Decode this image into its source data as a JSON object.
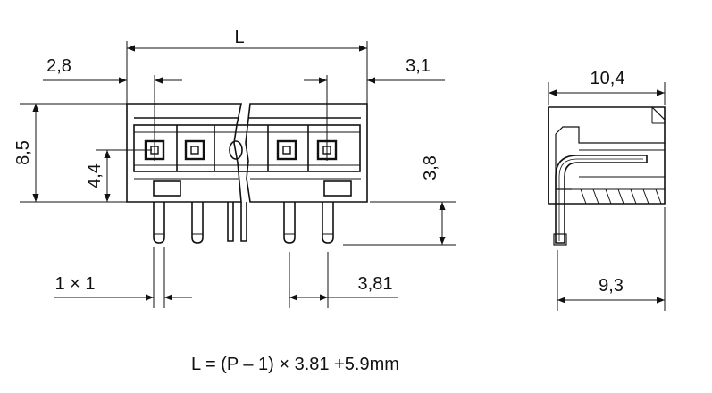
{
  "labels": {
    "overall_length": "L",
    "left_offset": "2,8",
    "right_offset": "3,1",
    "body_height": "8,5",
    "cavity_height": "4,4",
    "pin_length": "3,8",
    "pin_size": "1 × 1",
    "pitch": "3,81",
    "side_width": "10,4",
    "side_base": "9,3"
  },
  "formula": "L = (P – 1) × 3.81 +5.9mm",
  "colors": {
    "ink": "#111111",
    "background": "#ffffff"
  }
}
